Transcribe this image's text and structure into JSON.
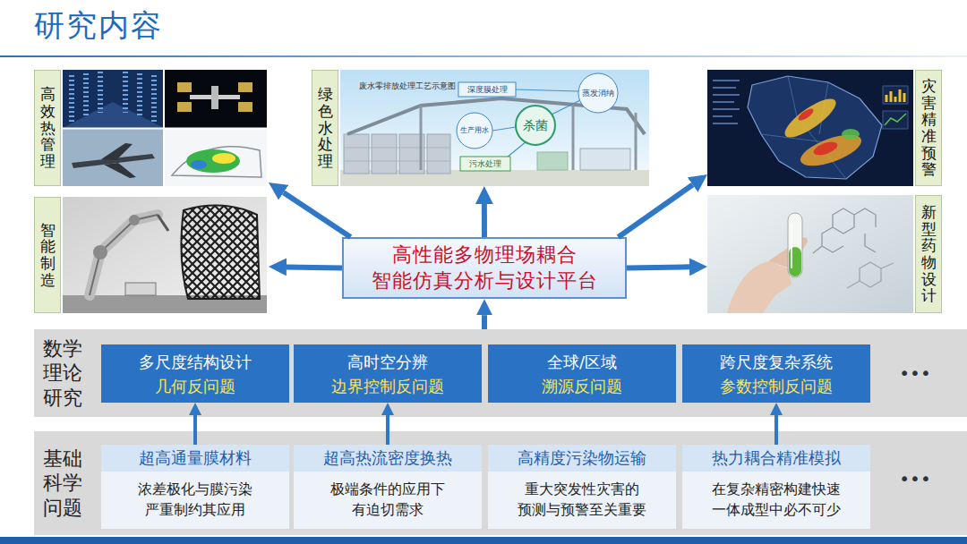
{
  "diagram": {
    "title": "研究内容",
    "nodes": [
      {
        "text": [
          "高效热管理"
        ]
      },
      {
        "text": [
          "绿色水处理"
        ]
      },
      {
        "text": [
          "灾害精准预警"
        ]
      },
      {
        "text": [
          "智能制造"
        ]
      },
      {
        "text": [
          "高性能多物理场耦合 智能仿真分析与设计平台"
        ]
      },
      {
        "text": [
          "新型药物设计"
        ]
      },
      {
        "text": [
          "数学理论研究"
        ]
      },
      {
        "text": [
          "多尺度结构设计",
          "几何反问题"
        ],
        "in": 6
      },
      {
        "text": [
          "高时空分辨",
          "边界控制反问题"
        ],
        "in": 6
      },
      {
        "text": [
          "全球/区域",
          "溯源反问题"
        ],
        "in": 6
      },
      {
        "text": [
          "跨尺度复杂系统",
          "参数控制反问题"
        ],
        "in": 6
      },
      {
        "text": [
          "基础科学问题"
        ]
      },
      {
        "text": [
          "超高通量膜材料",
          "浓差极化与膜污染 严重制约其应用"
        ],
        "in": 11
      },
      {
        "text": [
          "超高热流密度换热",
          "极端条件的应用下 有迫切需求"
        ],
        "in": 11
      },
      {
        "text": [
          "高精度污染物运输",
          "重大突发性灾害的 预测与预警至关重要"
        ],
        "in": 11
      },
      {
        "text": [
          "热力耦合精准模拟",
          "在复杂精密构建快速 一体成型中必不可少"
        ],
        "in": 11
      }
    ],
    "edges": [
      {
        "from": 4,
        "to": 0,
        "arrow": "to"
      },
      {
        "from": 4,
        "to": 1,
        "arrow": "to"
      },
      {
        "from": 4,
        "to": 2,
        "arrow": "to"
      },
      {
        "from": 4,
        "to": 3,
        "arrow": "to"
      },
      {
        "from": 4,
        "to": 5,
        "arrow": "to"
      },
      {
        "from": 6,
        "to": 4,
        "arrow": "to"
      },
      {
        "from": 12,
        "to": 7,
        "arrow": "to"
      },
      {
        "from": 13,
        "to": 8,
        "arrow": "to"
      },
      {
        "from": 15,
        "to": 10,
        "arrow": "to"
      }
    ],
    "labels": [
      "•••",
      "•••",
      "废水零排放处理工艺示意图",
      "深度膜处理",
      "杀菌",
      "蒸发消纳",
      "生产用水",
      "污水处理"
    ]
  }
}
